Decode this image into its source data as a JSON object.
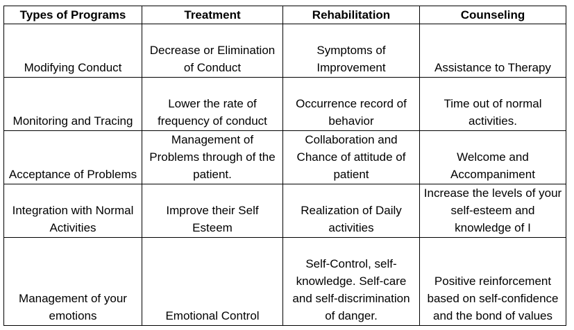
{
  "table": {
    "headers": [
      "Types of Programs",
      "Treatment",
      "Rehabilitation",
      "Counseling"
    ],
    "rows": [
      [
        "Modifying Conduct",
        "Decrease or Elimination of Conduct",
        "Symptoms of Improvement",
        "Assistance to Therapy"
      ],
      [
        "Monitoring and Tracing",
        "Lower the rate of frequency of conduct",
        "Occurrence record of behavior",
        "Time out of normal activities."
      ],
      [
        "Acceptance of Problems",
        "Management of Problems through of the patient.",
        "Collaboration and Chance of attitude of patient",
        "Welcome and Accompaniment"
      ],
      [
        "Integration with Normal Activities",
        "Improve their Self Esteem",
        "Realization of Daily activities",
        "Increase the levels of your self-esteem and knowledge of I"
      ],
      [
        "Management of your emotions",
        "Emotional Control",
        "Self-Control, self-knowledge. Self-care and self-discrimination of danger.",
        "Positive reinforcement based on self-confidence and the bond of values"
      ]
    ]
  }
}
